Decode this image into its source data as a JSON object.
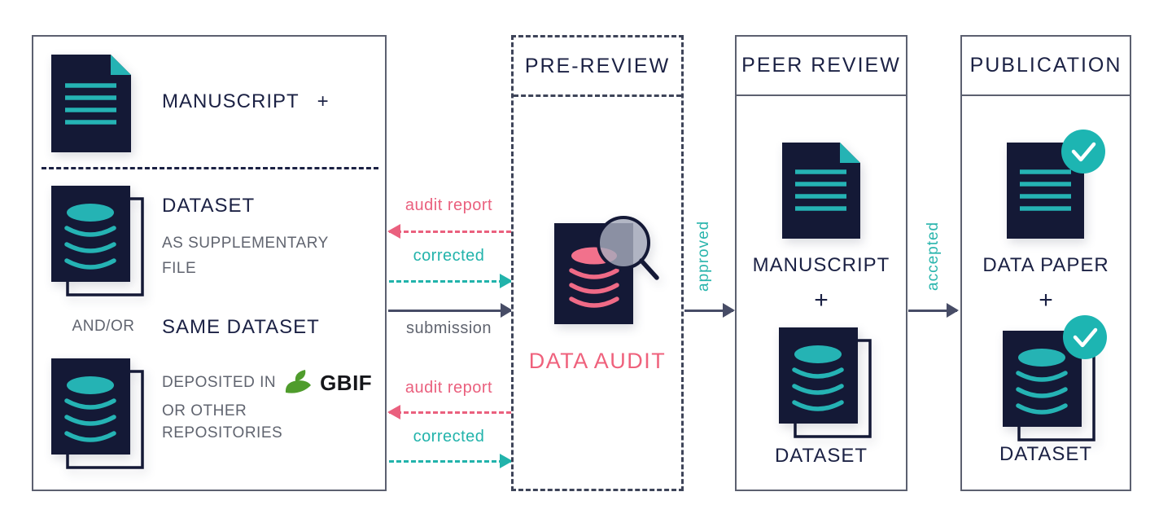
{
  "colors": {
    "navy_text": "#1b2144",
    "icon_navy": "#141936",
    "teal": "#25b3b4",
    "pink": "#ea607e",
    "gray_text": "#60646f",
    "border_gray": "#5c6070",
    "gbif_green": "#4f9c2c"
  },
  "input_box": {
    "manuscript_label": "MANUSCRIPT",
    "manuscript_plus": "+",
    "dataset_title": "DATASET",
    "dataset_subtitle_line1": "AS SUPPLEMENTARY",
    "dataset_subtitle_line2": "FILE",
    "and_or": "AND/OR",
    "same_dataset": "SAME DATASET",
    "deposited_in": "DEPOSITED IN",
    "gbif": "GBIF",
    "or_other": "OR OTHER",
    "repositories": "REPOSITORIES"
  },
  "flows": {
    "upper_audit_report": "audit report",
    "upper_corrected": "corrected",
    "submission": "submission",
    "lower_audit_report": "audit report",
    "lower_corrected": "corrected"
  },
  "pre_review": {
    "title": "PRE-REVIEW",
    "data_audit": "DATA AUDIT"
  },
  "transitions": {
    "approved": "approved",
    "accepted": "accepted"
  },
  "peer_review": {
    "title": "PEER REVIEW",
    "manuscript": "MANUSCRIPT",
    "plus": "+",
    "dataset": "DATASET"
  },
  "publication": {
    "title": "PUBLICATION",
    "data_paper": "DATA PAPER",
    "plus": "+",
    "dataset": "DATASET"
  }
}
